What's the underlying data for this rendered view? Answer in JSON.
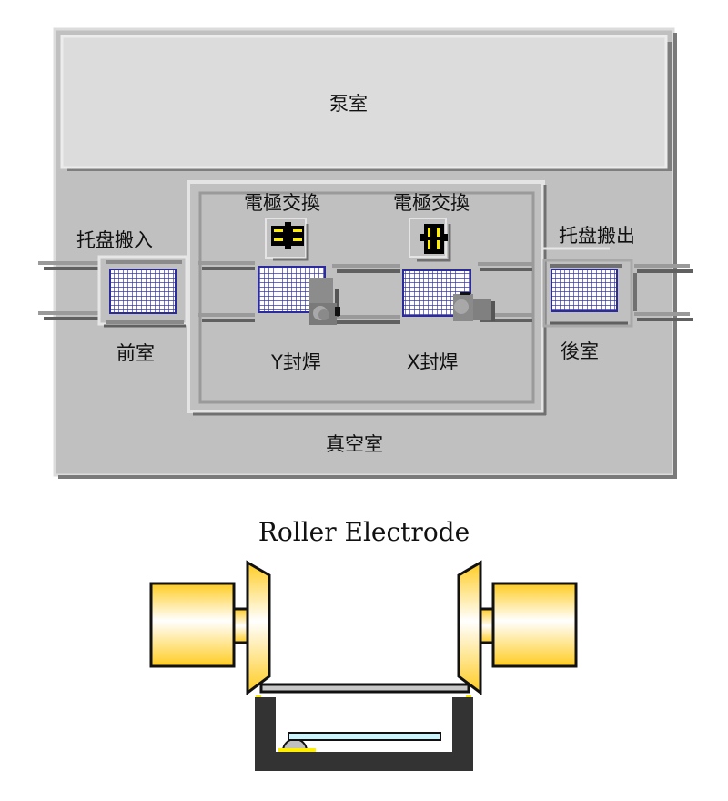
{
  "diagram": {
    "pump_chamber": "泵室",
    "vacuum_chamber": "真空室",
    "pre_chamber": "前室",
    "post_chamber": "後室",
    "tray_in": "托盘搬入",
    "tray_out": "托盘搬出",
    "electrode_swap_y": "電極交換",
    "electrode_swap_x": "電極交換",
    "y_seal_weld": "Y封焊",
    "x_seal_weld": "X封焊"
  },
  "roller_electrode": {
    "title": "Roller Electrode"
  },
  "colors": {
    "panel_light": "#dcdcdc",
    "panel_mid": "#c0c0c0",
    "shadow": "#808080",
    "tray_blue": "#2b2b9a",
    "electrode_yellow": "#ffd24a",
    "fixture_dark": "#333333",
    "substrate_cyan": "#ccf4fa"
  }
}
